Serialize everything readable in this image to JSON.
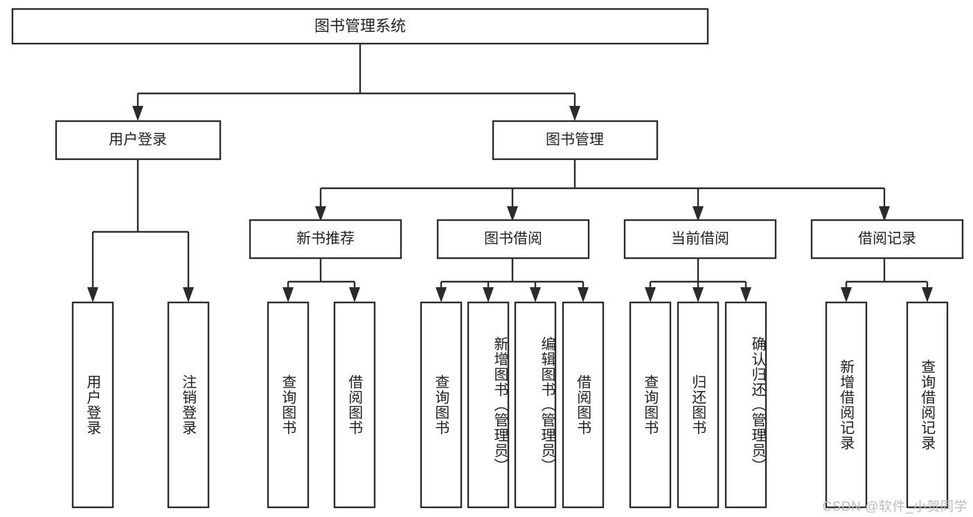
{
  "diagram": {
    "type": "tree",
    "title": "图书管理系统",
    "orientation": "top-down",
    "colors": {
      "box_stroke": "#2b2b2b",
      "box_fill": "#ffffff",
      "text": "#222222",
      "background": "#ffffff",
      "watermark": "#bcbcbc"
    },
    "levels": {
      "level1": {
        "label": "图书管理系统"
      },
      "level2": [
        {
          "label": "用户登录"
        },
        {
          "label": "图书管理"
        }
      ],
      "level3": [
        {
          "label": "新书推荐"
        },
        {
          "label": "图书借阅"
        },
        {
          "label": "当前借阅"
        },
        {
          "label": "借阅记录"
        }
      ]
    },
    "leaves": {
      "user_login": [
        {
          "label": "用户登录"
        },
        {
          "label": "注销登录"
        }
      ],
      "new_book_recommend": [
        {
          "label": "查询图书"
        },
        {
          "label": "借阅图书"
        }
      ],
      "book_borrow": [
        {
          "label": "查询图书"
        },
        {
          "label": "新增图书（管理员）"
        },
        {
          "label": "编辑图书（管理员）"
        },
        {
          "label": "借阅图书"
        }
      ],
      "current_borrow": [
        {
          "label": "查询图书"
        },
        {
          "label": "归还图书"
        },
        {
          "label": "确认归还（管理员）"
        }
      ],
      "borrow_record": [
        {
          "label": "新增借阅记录"
        },
        {
          "label": "查询借阅记录"
        }
      ]
    }
  },
  "watermark": {
    "text": "CSDN @软件_小贺同学"
  }
}
